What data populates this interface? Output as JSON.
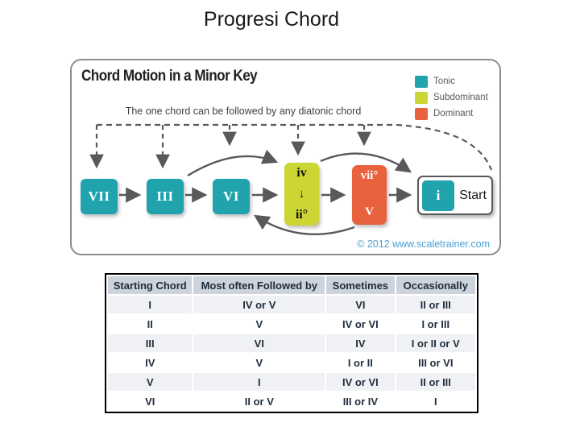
{
  "slide": {
    "title": "Progresi Chord"
  },
  "diagram": {
    "title": "Chord Motion in a Minor Key",
    "subtitle": "The one chord can be followed by any diatonic chord",
    "copyright": "© 2012 www.scaletrainer.com",
    "legend": [
      {
        "label": "Tonic",
        "color": "#20a3ac"
      },
      {
        "label": "Subdominant",
        "color": "#cbd534"
      },
      {
        "label": "Dominant",
        "color": "#e8623d"
      }
    ],
    "boxes": [
      {
        "label": "VII"
      },
      {
        "label": "III"
      },
      {
        "label": "VI"
      }
    ],
    "subdominant_box": {
      "top": "iv",
      "arrow": "↓",
      "bottom": "ii°"
    },
    "dominant_box": {
      "top": "vii°",
      "bottom": "V"
    },
    "start_box": {
      "chord": "i",
      "label": "Start"
    },
    "colors": {
      "tonic": "#20a3ac",
      "subdominant": "#cbd534",
      "dominant": "#e8623d",
      "arrow": "#58595b"
    }
  },
  "table": {
    "headers": [
      "Starting Chord",
      "Most often Followed by",
      "Sometimes",
      "Occasionally"
    ],
    "rows": [
      [
        "I",
        "IV or V",
        "VI",
        "II or III"
      ],
      [
        "II",
        "V",
        "IV or VI",
        "I or III"
      ],
      [
        "III",
        "VI",
        "IV",
        "I or II or V"
      ],
      [
        "IV",
        "V",
        "I or II",
        "III or VI"
      ],
      [
        "V",
        "I",
        "IV or VI",
        "II or III"
      ],
      [
        "VI",
        "II or V",
        "III or IV",
        "I"
      ]
    ]
  }
}
